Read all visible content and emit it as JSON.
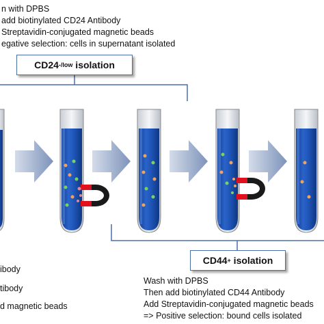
{
  "top_steps": [
    "n with DPBS",
    "add biotinylated CD24 Antibody",
    "Streptavidin-conjugated magnetic beads",
    "egative selection: cells in supernatant isolated"
  ],
  "cd24_box": {
    "main": "CD24",
    "sup": "-/low",
    "suffix": " isolation"
  },
  "cd44_box": {
    "main": "CD44",
    "sup": "+",
    "suffix": " isolation"
  },
  "left_steps": [
    "ibody",
    "tibody",
    "d magnetic beads"
  ],
  "bottom_steps": [
    "Wash with DPBS",
    "Then add biotinylated CD44 Antibody",
    "Add Streptavidin-conjugated magnetic beads",
    "=> Positive selection: bound cells isolated"
  ],
  "colors": {
    "tube_fill": "#1f55b8",
    "arrow": "#8a9fc4",
    "bracket": "#4a6ea9",
    "magnet_red": "#e0101c",
    "magnet_black": "#1a1a1a"
  },
  "icons": [
    "test-tube-icon",
    "arrow-right-icon",
    "magnet-icon",
    "bead-icon"
  ]
}
